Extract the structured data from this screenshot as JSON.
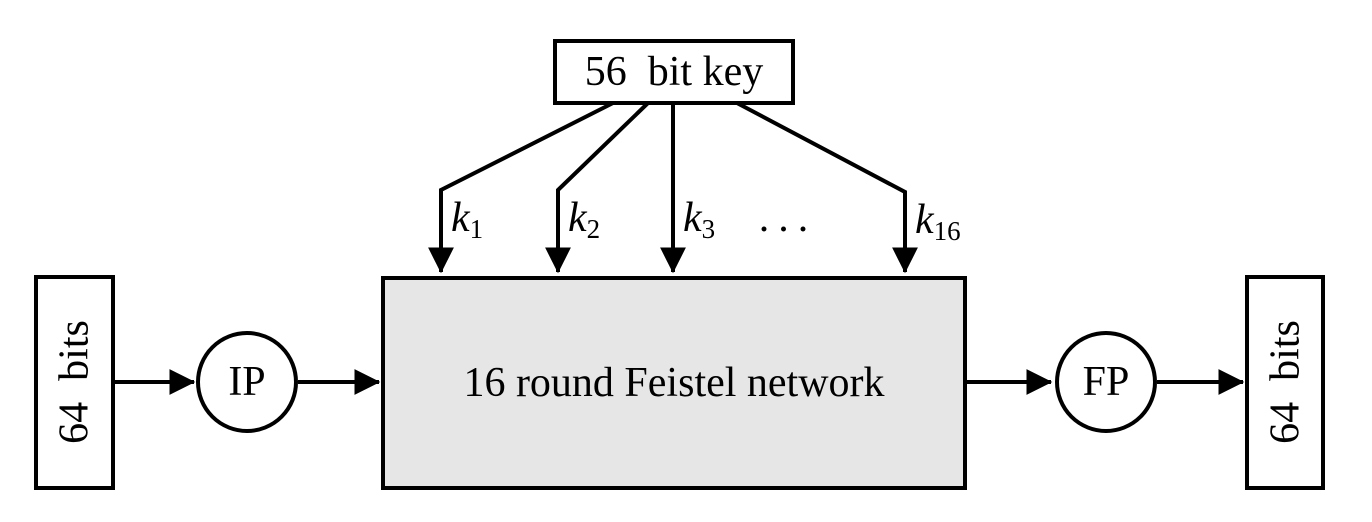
{
  "labels": {
    "key_box": "56  bit key",
    "feistel_box": "16 round Feistel network",
    "ip_node": "IP",
    "fp_node": "FP",
    "input_bits": "64  bits",
    "output_bits": "64  bits",
    "ellipsis": "..."
  },
  "round_keys": [
    {
      "base": "k",
      "sub": "1"
    },
    {
      "base": "k",
      "sub": "2"
    },
    {
      "base": "k",
      "sub": "3"
    },
    {
      "base": "k",
      "sub": "16"
    }
  ],
  "colors": {
    "stroke": "#000000",
    "feistel_fill": "#e6e6e6",
    "node_fill": "#ffffff",
    "background": "#ffffff"
  }
}
